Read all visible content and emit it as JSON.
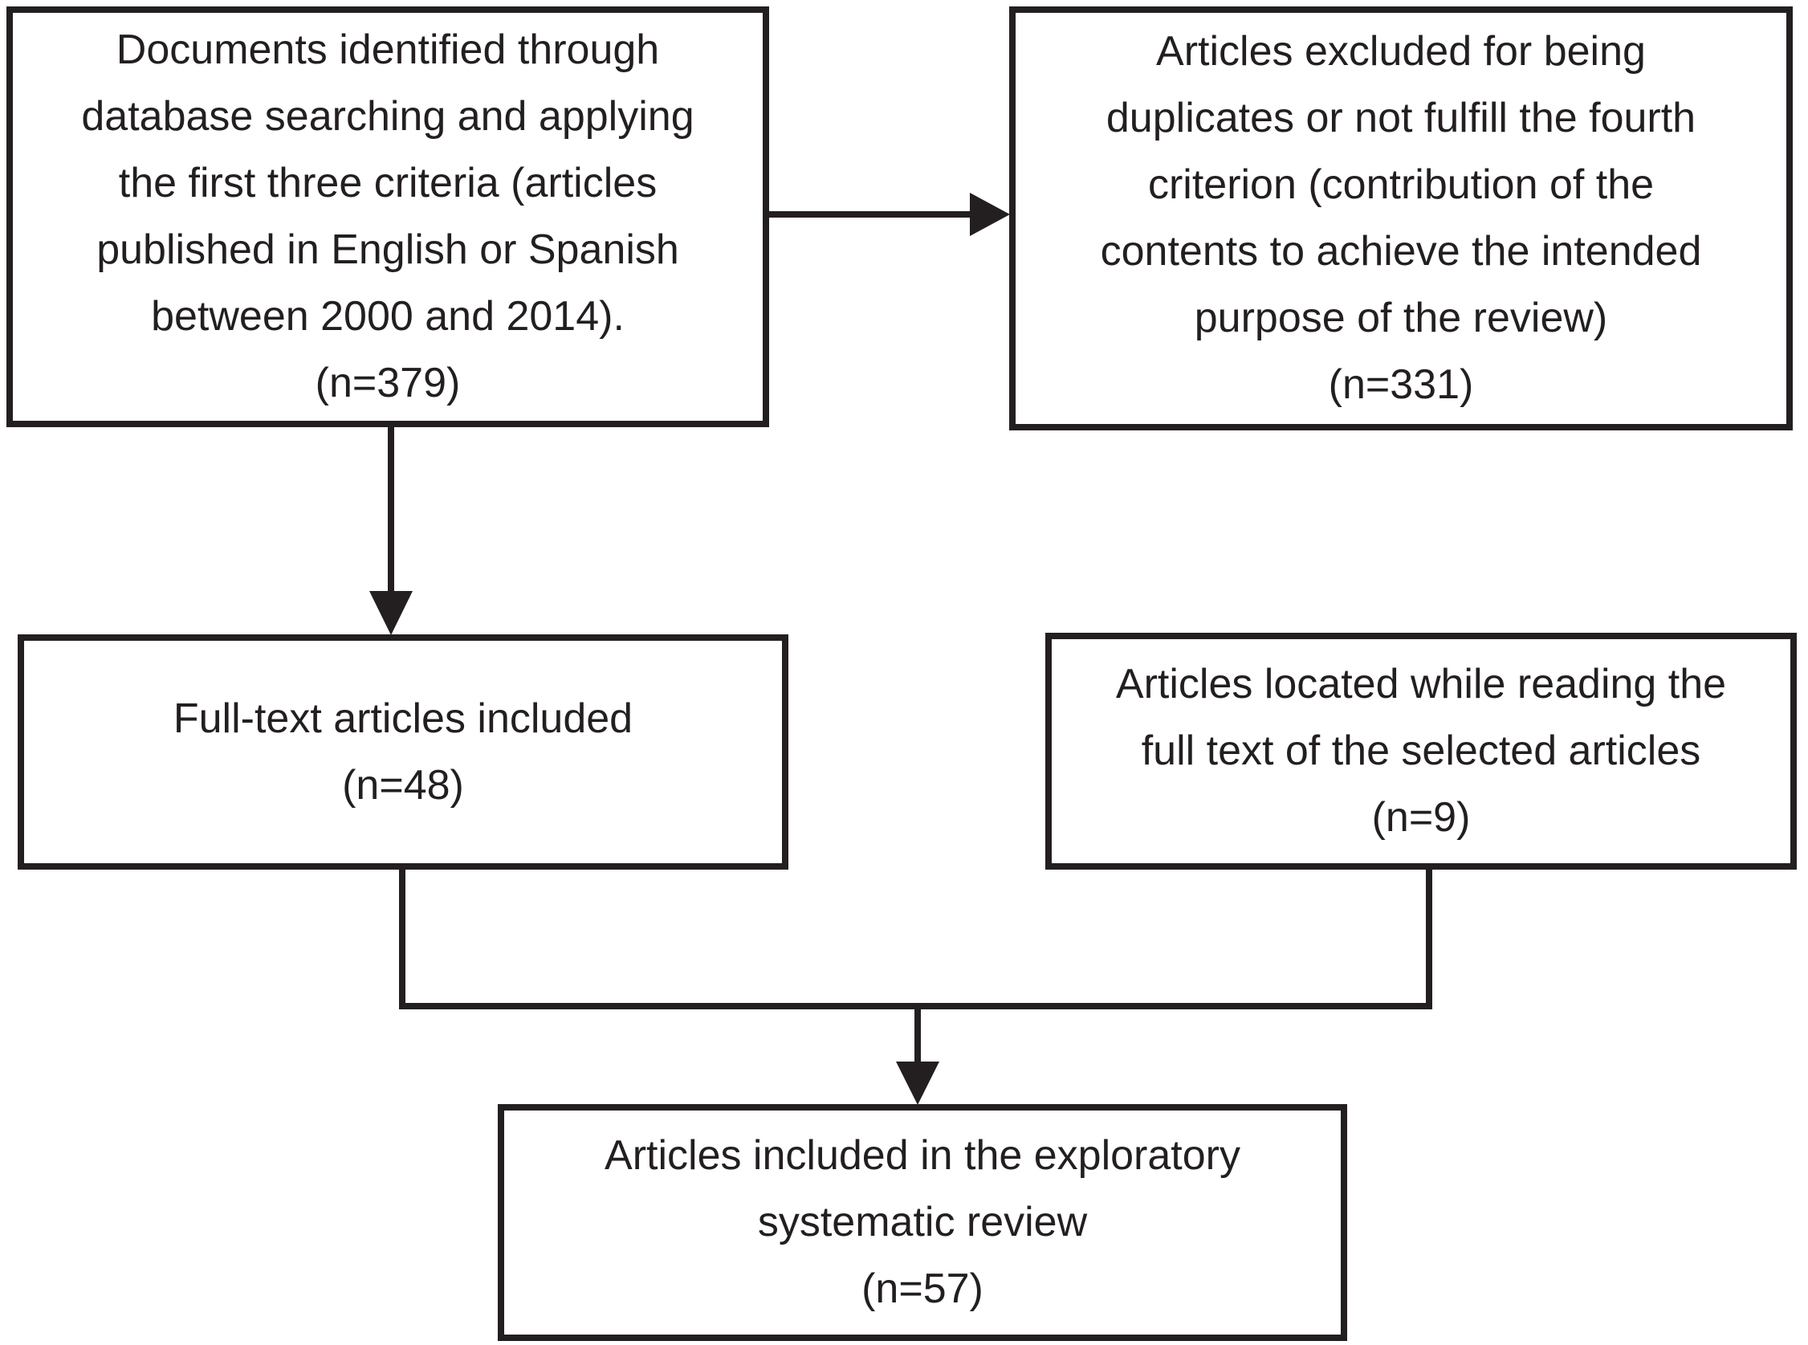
{
  "theme": {
    "ink_color": "#231f20",
    "background_color": "#ffffff"
  },
  "flowchart": {
    "boxes": {
      "identified": {
        "lines": [
          "Documents identified through",
          "database searching and applying",
          "the first three criteria (articles",
          "published in English or Spanish",
          "between 2000 and 2014)."
        ],
        "count": "(n=379)"
      },
      "excluded": {
        "lines": [
          "Articles excluded for being",
          "duplicates or not fulfill the fourth",
          "criterion (contribution of the",
          "contents to achieve the intended",
          "purpose of the review)"
        ],
        "count": "(n=331)"
      },
      "fulltext_included": {
        "lines": [
          "Full-text articles included"
        ],
        "count": "(n=48)"
      },
      "located_while_reading": {
        "lines": [
          "Articles located while reading the",
          "full text of the selected articles"
        ],
        "count": "(n=9)"
      },
      "review_included": {
        "lines": [
          "Articles included in the exploratory",
          "systematic review"
        ],
        "count": "(n=57)"
      }
    }
  }
}
